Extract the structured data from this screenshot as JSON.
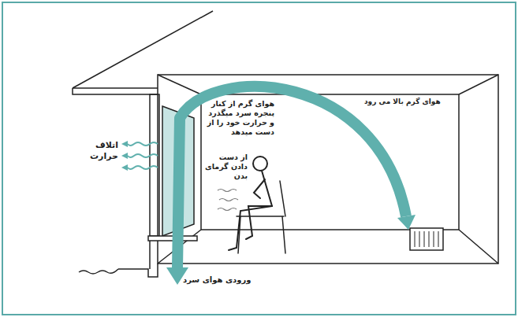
{
  "diagram": {
    "labels": [
      "اتلاف حرارت",
      "هوای گرم از کنار پنجره سرد میگذرد و حرارت خود را از دست میدهد",
      "هوای گرم بالا می رود",
      "از دست دادن گرمای بدن",
      "ورودی هوای سرد"
    ]
  }
}
